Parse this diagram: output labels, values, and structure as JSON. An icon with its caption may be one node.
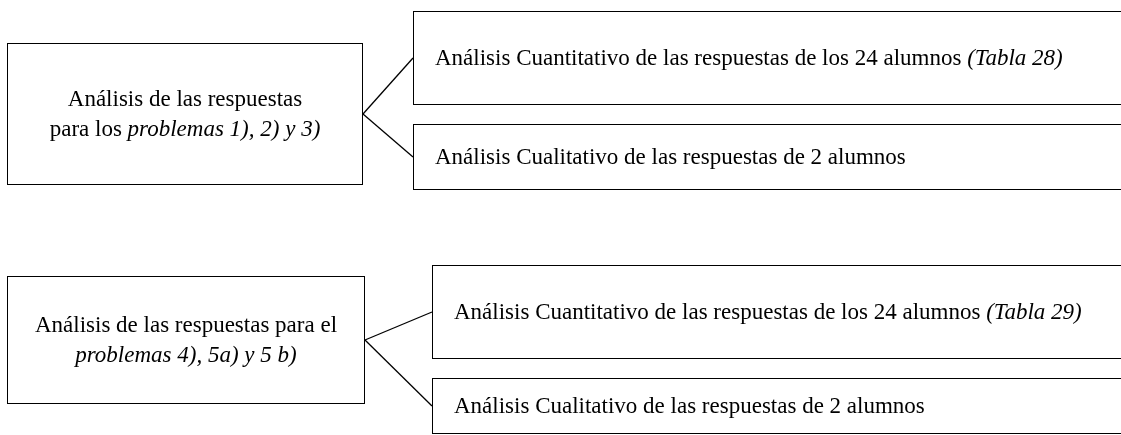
{
  "diagram": {
    "nodes": [
      {
        "text": [
          "Análisis de las respuestas para los *problemas 1), 2) y 3)*"
        ]
      },
      {
        "text": [
          "Análisis Cuantitativo de las respuestas de los 24 alumnos  *(Tabla 28)*"
        ]
      },
      {
        "text": [
          "Análisis Cualitativo de las respuestas de 2 alumnos"
        ]
      },
      {
        "text": [
          "Análisis de las respuestas para el *problemas 4), 5a) y 5 b)*"
        ]
      },
      {
        "text": [
          "Análisis Cuantitativo de las respuestas de los 24 alumnos  *(Tabla 29)*"
        ]
      },
      {
        "text": [
          "Análisis Cualitativo de las respuestas de 2 alumnos"
        ]
      }
    ],
    "edges": [
      {
        "from": 0,
        "to": 1,
        "arrow": "none"
      },
      {
        "from": 0,
        "to": 2,
        "arrow": "none"
      },
      {
        "from": 3,
        "to": 4,
        "arrow": "none"
      },
      {
        "from": 3,
        "to": 5,
        "arrow": "none"
      }
    ]
  }
}
